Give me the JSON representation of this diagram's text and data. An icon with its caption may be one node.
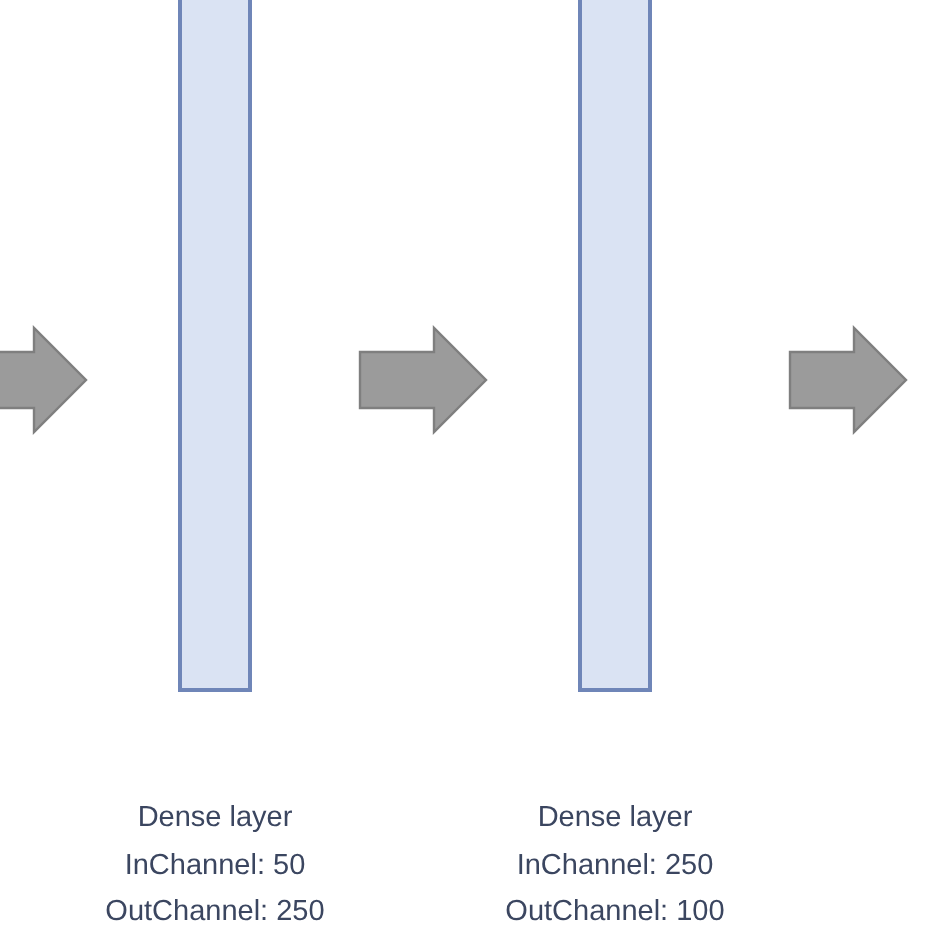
{
  "diagram": {
    "nodes": [
      {
        "text": [],
        "shape": "bar",
        "beside": [
          "Dense layer",
          "InChannel: 50",
          "OutChannel: 250"
        ]
      },
      {
        "text": [],
        "shape": "bar",
        "beside": [
          "Dense layer",
          "InChannel: 250",
          "OutChannel: 100"
        ]
      }
    ],
    "edges": [
      {
        "from": 0,
        "to": 1,
        "arrow": "to"
      }
    ]
  }
}
